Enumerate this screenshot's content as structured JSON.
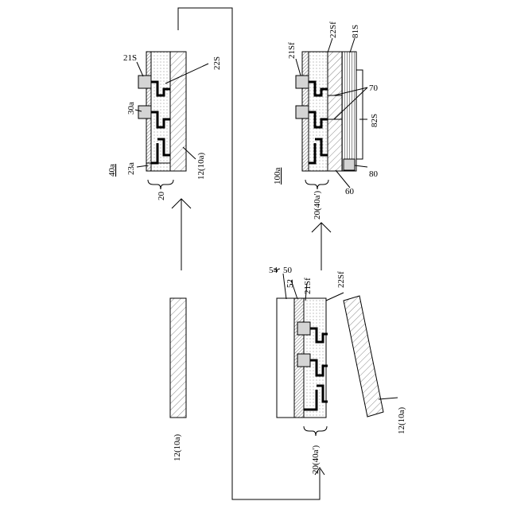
{
  "labels": {
    "s1_title": "40a",
    "s1_21s": "21S",
    "s1_30a": "30a",
    "s1_22s": "22S",
    "s1_23a": "23a",
    "s1_12": "12(10a)",
    "s1_20": "20",
    "s2_12": "12(10a)",
    "s3_54": "54",
    "s3_50": "50",
    "s3_52": "52",
    "s3_21sf": "21Sf",
    "s3_22sf": "22Sf",
    "s3_20": "20(40a')",
    "s3_12": "12(10a)",
    "s4_title": "100a",
    "s4_21sf": "21Sf",
    "s4_22sf": "22Sf",
    "s4_81s": "81S",
    "s4_70": "70",
    "s4_82s": "82S",
    "s4_60": "60",
    "s4_80": "80",
    "s4_20": "20(40a')"
  }
}
